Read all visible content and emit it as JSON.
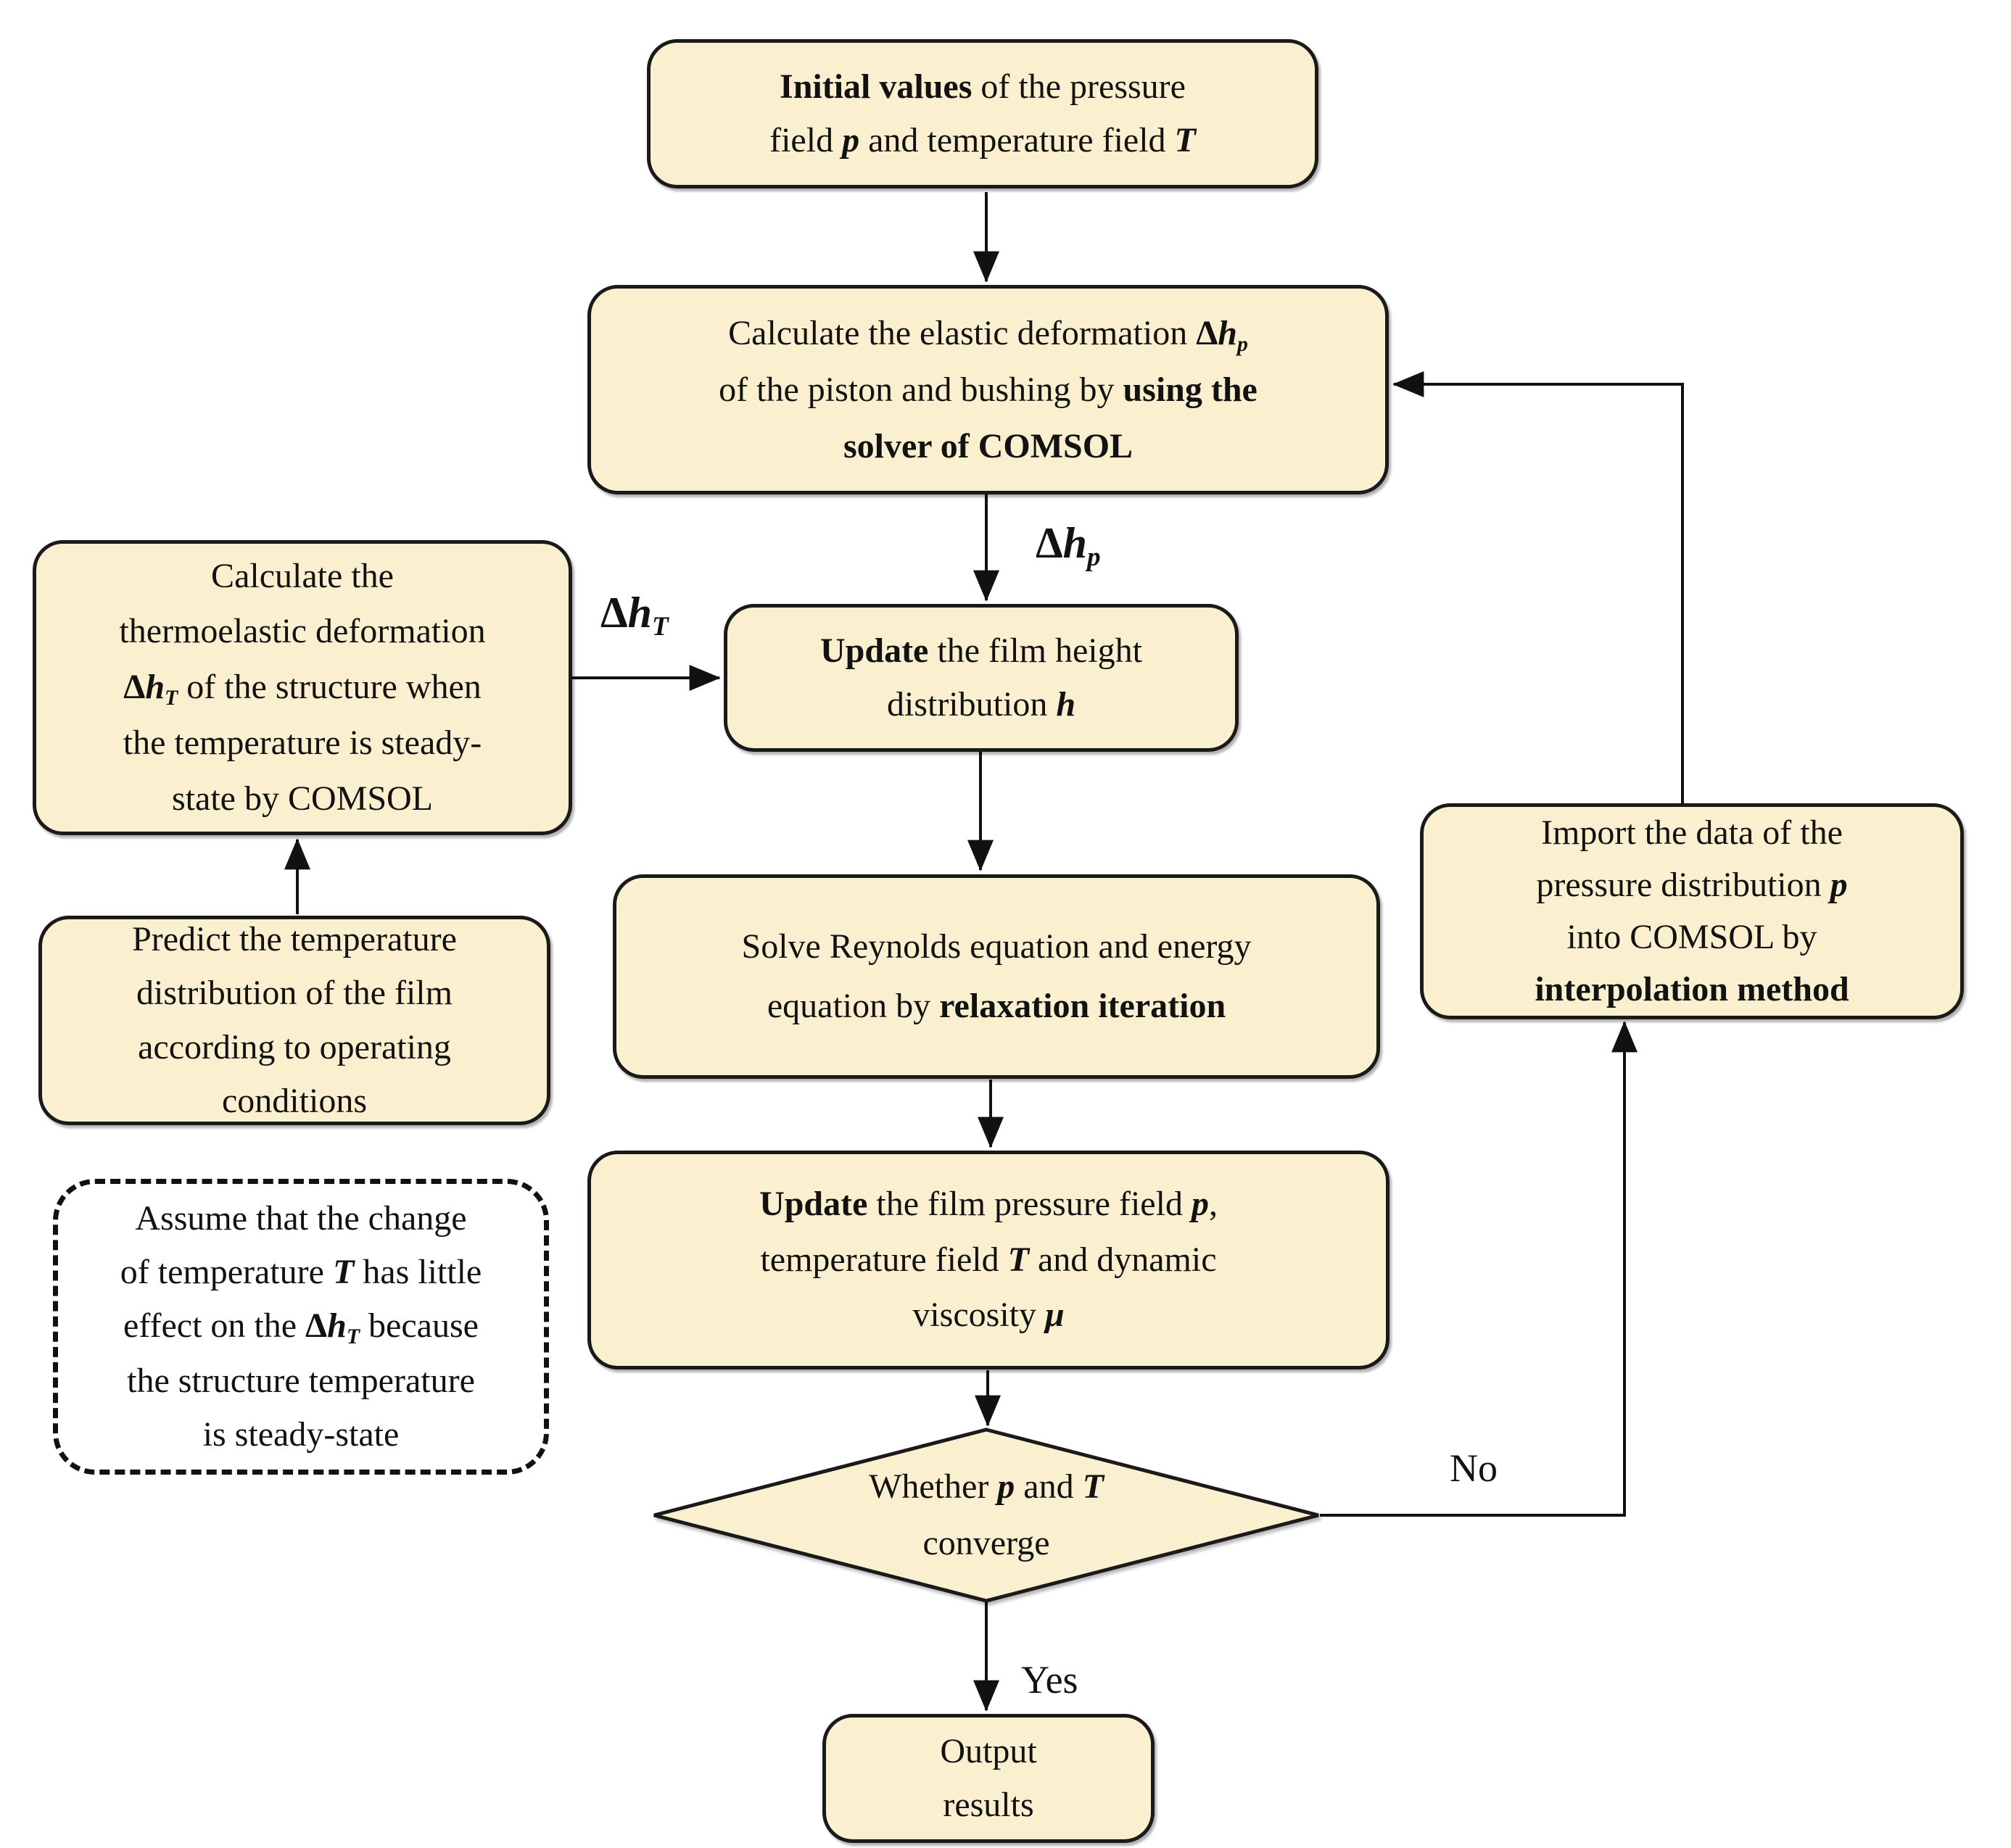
{
  "figure": {
    "type": "flowchart",
    "box_fill": "#faf0d0",
    "box_border": "#1a1a1a",
    "line_color": "#111111",
    "background": "#ffffff"
  },
  "boxes": {
    "initial": {
      "lines": [
        [
          {
            "t": "Initial values",
            "b": true
          },
          {
            "t": " of the pressure"
          }
        ],
        [
          {
            "t": "field "
          },
          {
            "t": "p",
            "b": true,
            "i": true
          },
          {
            "t": " and temperature field "
          },
          {
            "t": "T",
            "b": true,
            "i": true
          }
        ]
      ]
    },
    "elastic": {
      "lines": [
        [
          {
            "t": "Calculate the elastic deformation "
          },
          {
            "t": "Δ",
            "b": true
          },
          {
            "t": "h",
            "b": true,
            "i": true
          },
          {
            "t": "p",
            "b": true,
            "i": true,
            "sub": true
          }
        ],
        [
          {
            "t": "of the piston and bushing by "
          },
          {
            "t": "using the",
            "b": true
          }
        ],
        [
          {
            "t": "solver of COMSOL",
            "b": true
          }
        ]
      ]
    },
    "thermoelastic": {
      "lines": [
        "Calculate the",
        "thermoelastic deformation",
        [
          {
            "t": "Δ",
            "b": true
          },
          {
            "t": "h",
            "b": true,
            "i": true
          },
          {
            "t": "T",
            "b": true,
            "i": true,
            "sub": true
          },
          {
            "t": " of the structure when"
          }
        ],
        "the temperature is steady-",
        "state by COMSOL"
      ]
    },
    "update_height": {
      "lines": [
        [
          {
            "t": "Update",
            "b": true
          },
          {
            "t": " the film height"
          }
        ],
        [
          {
            "t": "distribution "
          },
          {
            "t": "h",
            "b": true,
            "i": true
          }
        ]
      ]
    },
    "predict": {
      "lines": [
        "Predict the temperature",
        "distribution of the film",
        "according to operating",
        "conditions"
      ]
    },
    "assume": {
      "lines": [
        "Assume that the change",
        [
          {
            "t": "of temperature "
          },
          {
            "t": "T",
            "b": true,
            "i": true
          },
          {
            "t": " has little"
          }
        ],
        [
          {
            "t": "effect on the "
          },
          {
            "t": "Δ",
            "b": true
          },
          {
            "t": "h",
            "b": true,
            "i": true
          },
          {
            "t": "T",
            "b": true,
            "i": true,
            "sub": true
          },
          {
            "t": " because"
          }
        ],
        "the structure temperature",
        "is steady-state"
      ]
    },
    "solve": {
      "lines": [
        "Solve Reynolds equation and energy",
        [
          {
            "t": "equation by "
          },
          {
            "t": "relaxation iteration",
            "b": true
          }
        ]
      ]
    },
    "update_pressure": {
      "lines": [
        [
          {
            "t": "Update",
            "b": true
          },
          {
            "t": " the film pressure field "
          },
          {
            "t": "p",
            "b": true,
            "i": true
          },
          {
            "t": ","
          }
        ],
        [
          {
            "t": "temperature field "
          },
          {
            "t": "T",
            "b": true,
            "i": true
          },
          {
            "t": " and dynamic"
          }
        ],
        [
          {
            "t": "viscosity "
          },
          {
            "t": "μ",
            "b": true,
            "i": true
          }
        ]
      ]
    },
    "decision": {
      "lines": [
        [
          {
            "t": "Whether "
          },
          {
            "t": "p",
            "b": true,
            "i": true
          },
          {
            "t": " and "
          },
          {
            "t": "T",
            "b": true,
            "i": true
          }
        ],
        "converge"
      ]
    },
    "import": {
      "lines": [
        "Import the data of the",
        [
          {
            "t": "pressure distribution "
          },
          {
            "t": "p",
            "b": true,
            "i": true
          }
        ],
        "into COMSOL by",
        [
          {
            "t": "interpolation method",
            "b": true
          }
        ]
      ]
    },
    "output": {
      "lines": [
        "Output",
        "results"
      ]
    }
  },
  "labels": {
    "delta_hp": [
      [
        {
          "t": "Δ",
          "b": true
        },
        {
          "t": "h",
          "b": true,
          "i": true
        },
        {
          "t": "p",
          "b": true,
          "i": true,
          "sub": true
        }
      ]
    ],
    "delta_ht": [
      [
        {
          "t": "Δ",
          "b": true
        },
        {
          "t": "h",
          "b": true,
          "i": true
        },
        {
          "t": "T",
          "b": true,
          "i": true,
          "sub": true
        }
      ]
    ],
    "no": "No",
    "yes": "Yes"
  }
}
